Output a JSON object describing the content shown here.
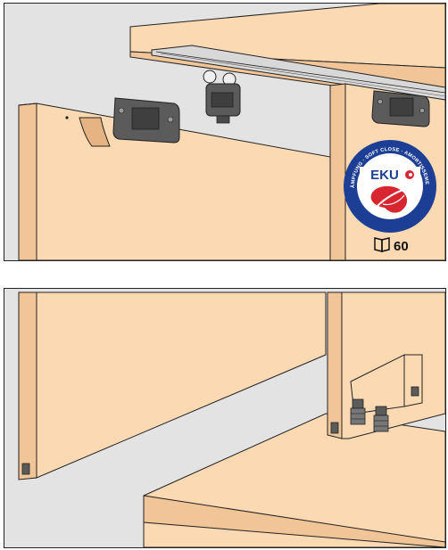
{
  "figure": {
    "top_panel": {
      "badge": {
        "brand": "EKU",
        "arc_text": "DÄMPFUNG · SOFT CLOSE · AMORTISSEMENT",
        "colors": {
          "ring": "#1c3f95",
          "brand": "#1c3f95",
          "red": "#d7262f",
          "white": "#ffffff"
        }
      },
      "page_reference": {
        "icon": "book-icon",
        "page": "60"
      }
    },
    "bottom_panel": {},
    "colors": {
      "background": "#e3e3e3",
      "wood_front": "#fbd9b3",
      "wood_edge": "#f1c597",
      "hardware": "#5b5b5b",
      "outline": "#222222"
    }
  }
}
